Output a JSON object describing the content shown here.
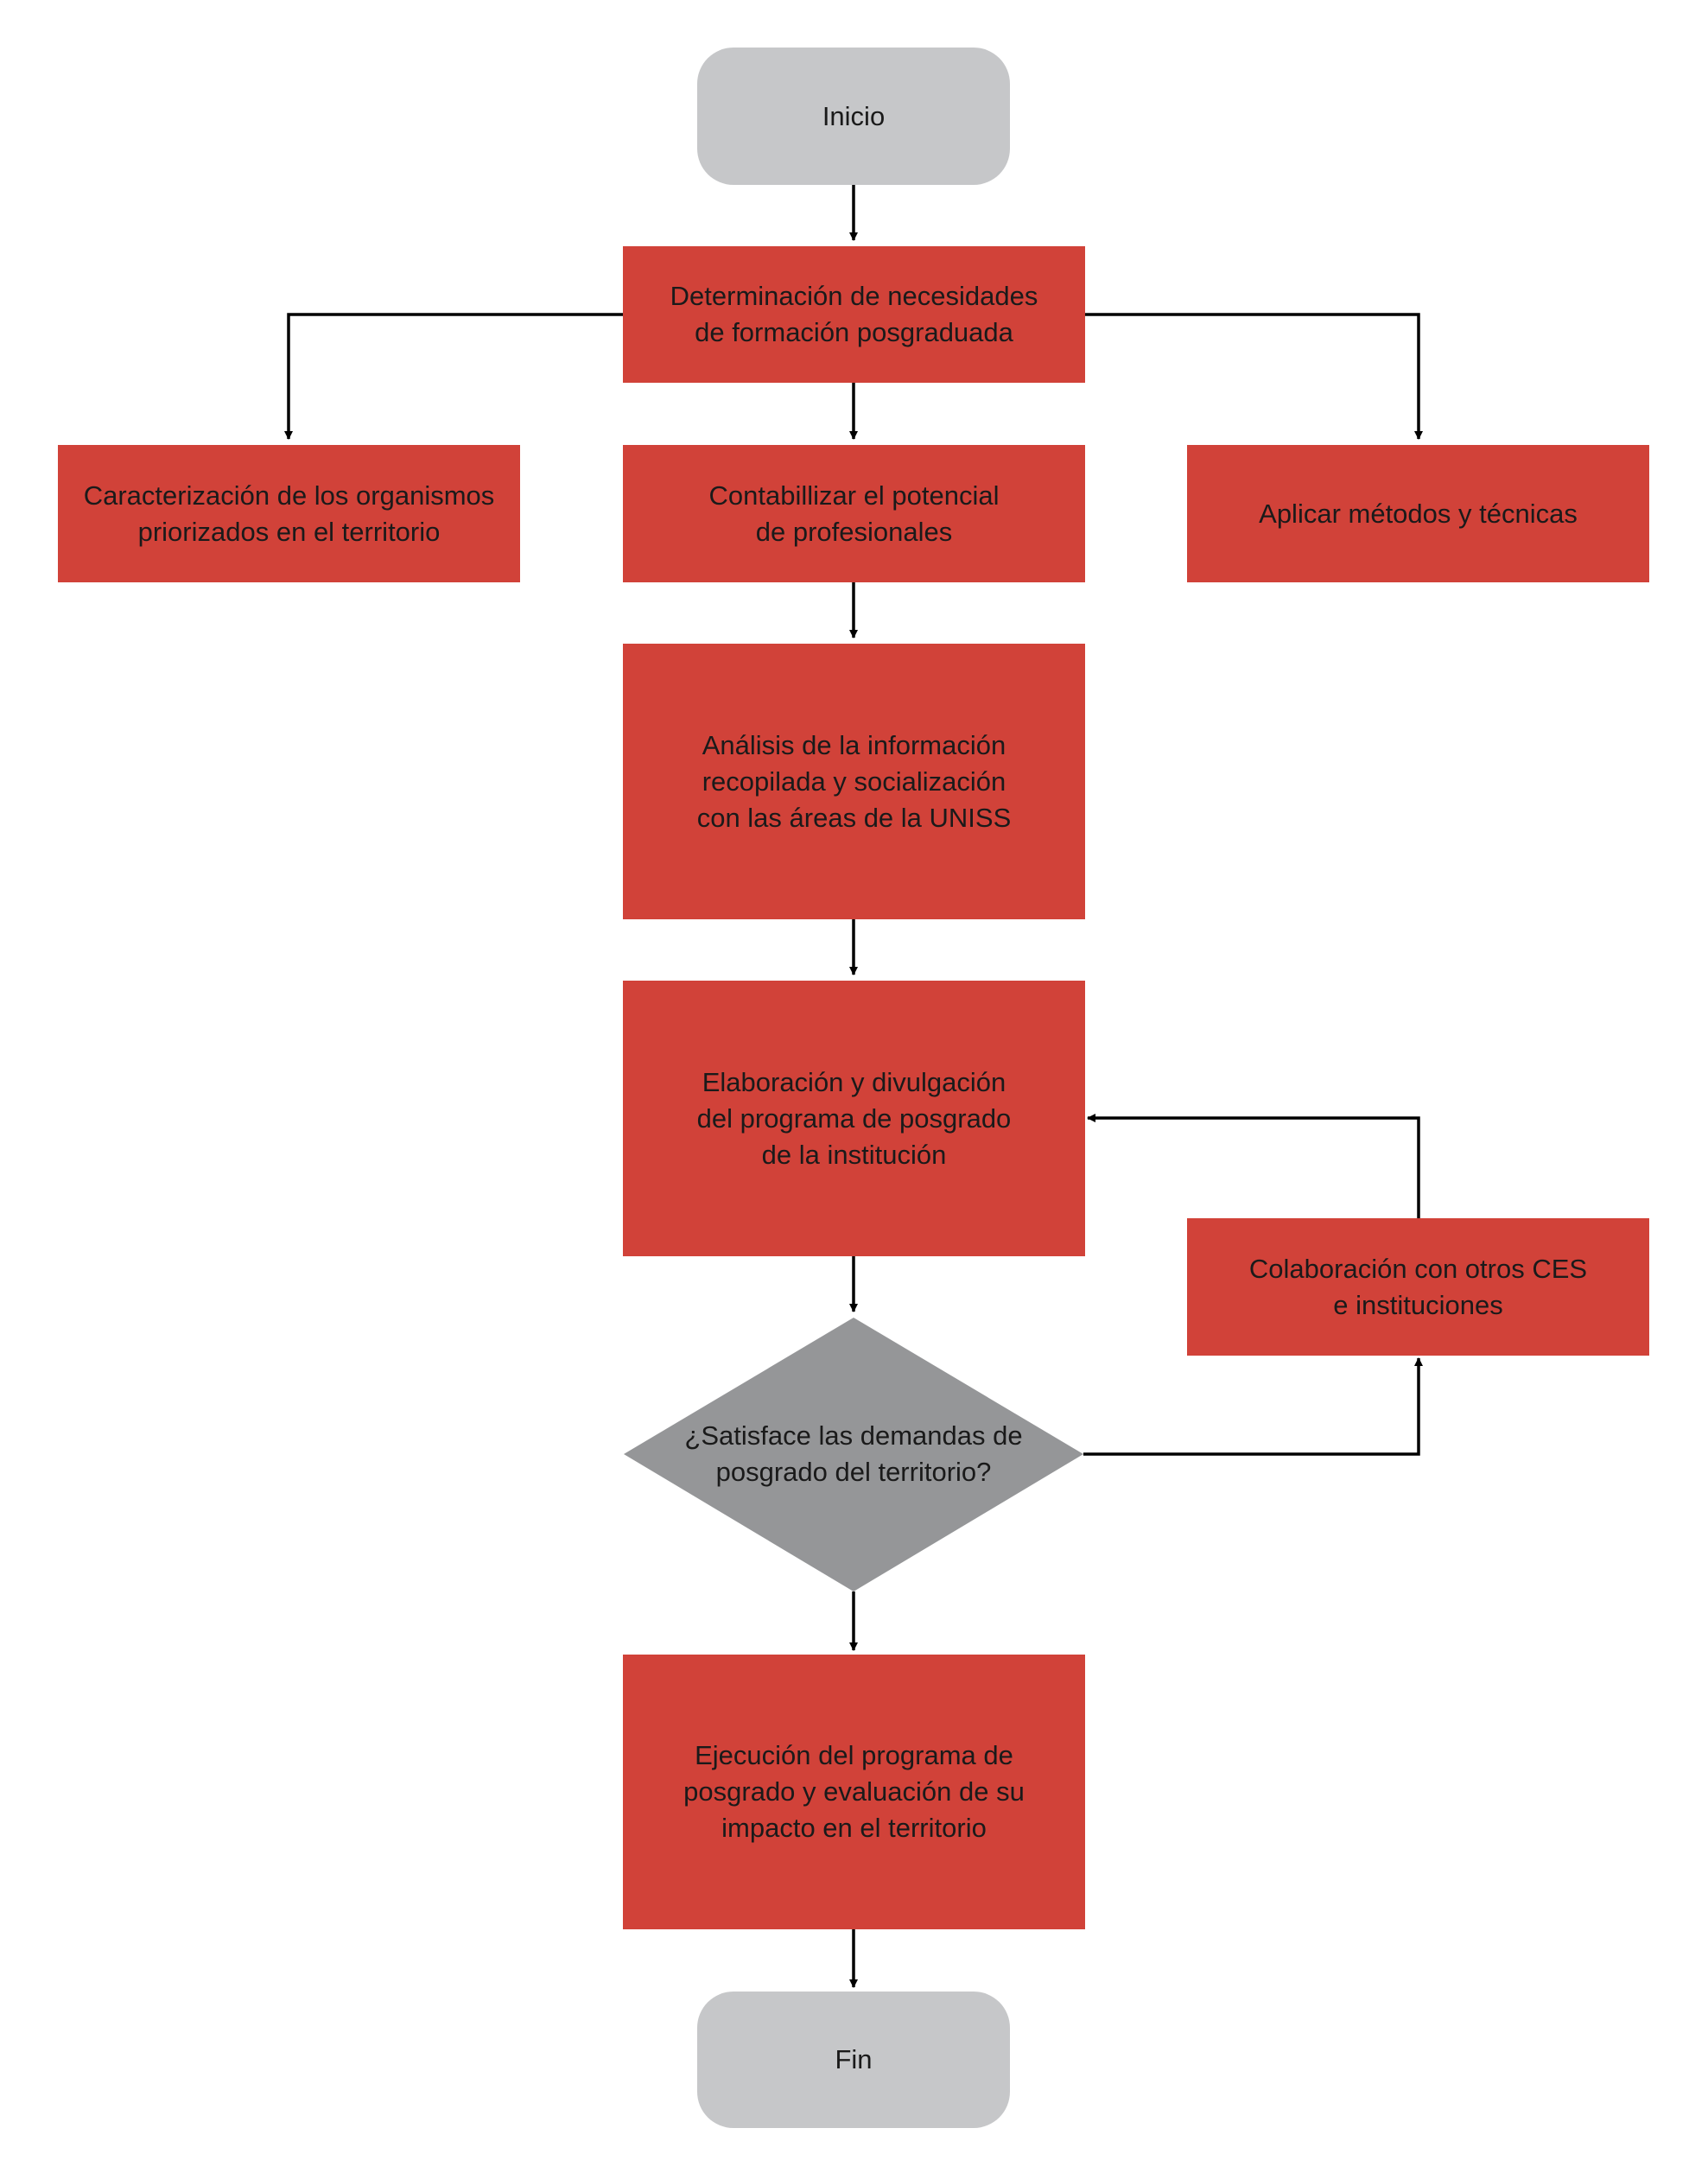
{
  "colors": {
    "process": "#d14239",
    "terminal": "#c6c7c9",
    "decision": "#959698",
    "connector": "#000000",
    "text": "#1a1a1a"
  },
  "nodes": {
    "inicio": "Inicio",
    "determinacion": "Determinación de necesidades\nde formación posgraduada",
    "caracterizacion": "Caracterización de los organismos\npriorizados en el territorio",
    "contabilizar": "Contabillizar el potencial\nde profesionales",
    "aplicar": "Aplicar métodos y técnicas",
    "analisis": "Análisis de la información\nrecopilada y socialización\ncon las áreas de la UNISS",
    "elaboracion": "Elaboración y divulgación\ndel programa de posgrado\nde la institución",
    "colaboracion": "Colaboración con otros CES\ne instituciones",
    "decision": "¿Satisface las demandas de\nposgrado del territorio?",
    "ejecucion": "Ejecución del programa de\nposgrado y evaluación de su\nimpacto en el territorio",
    "fin": "Fin"
  }
}
